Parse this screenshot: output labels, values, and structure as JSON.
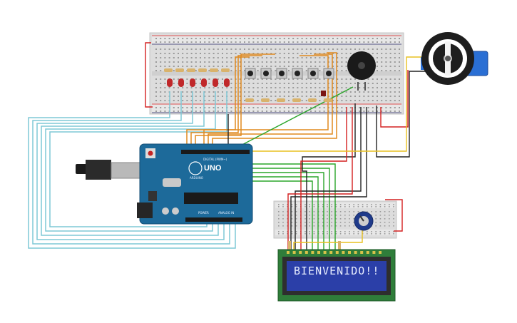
{
  "lcd": {
    "line1": "BIENVENIDO!!",
    "line2": ""
  },
  "arduino": {
    "brand_text": "UNO",
    "logo_text": "ARDUINO",
    "digital_label": "DIGITAL (PWM~)",
    "power_label": "POWER",
    "analog_label": "ANALOG IN"
  },
  "components": {
    "leds": 6,
    "pushbuttons": 6,
    "buzzer": 1,
    "servo": 1,
    "potentiometer": 1
  },
  "colors": {
    "breadboard": "#dcdcdc",
    "arduino": "#1d6a9a",
    "lcd_screen": "#2b3fa8",
    "lcd_pcb": "#2f7d3a",
    "wire_cyan": "#7fc8d6",
    "wire_orange": "#e08a1e",
    "wire_green": "#2aa52a",
    "wire_black": "#222222",
    "wire_red": "#d42020",
    "wire_yellow": "#e8c020",
    "led_red": "#c0282a"
  }
}
